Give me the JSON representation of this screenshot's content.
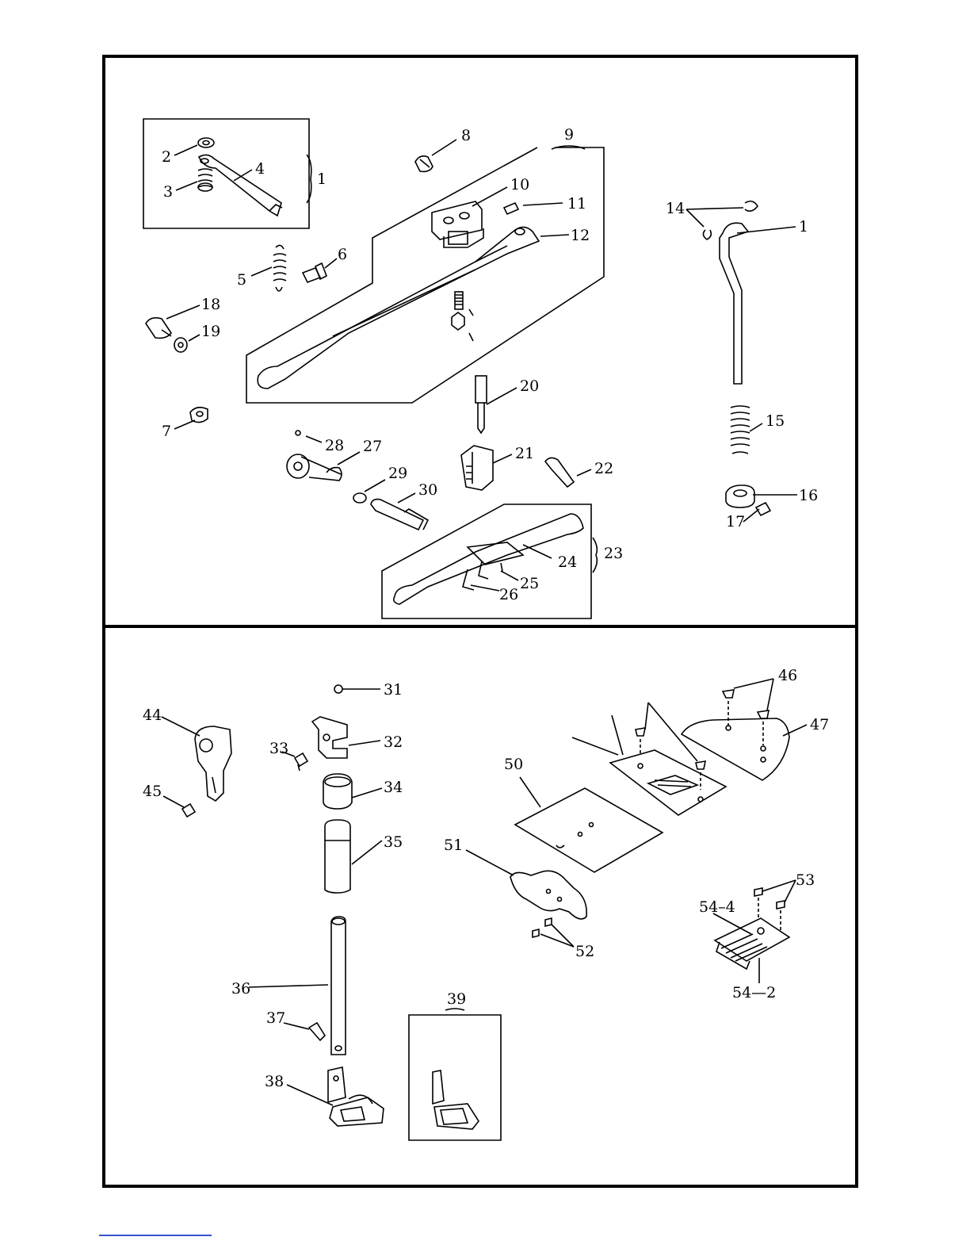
{
  "top_panel": {
    "labels": {
      "l1a": "1",
      "l2": "2",
      "l3": "3",
      "l4": "4",
      "l5": "5",
      "l6": "6",
      "l7": "7",
      "l8": "8",
      "l9": "9",
      "l10": "10",
      "l11": "11",
      "l12": "12",
      "l14": "14",
      "l1b": "1",
      "l15": "15",
      "l16": "16",
      "l17": "17",
      "l18": "18",
      "l19": "19",
      "l20": "20",
      "l21": "21",
      "l22": "22",
      "l23": "23",
      "l24": "24",
      "l25": "25",
      "l26": "26",
      "l27": "27",
      "l28": "28",
      "l29": "29",
      "l30": "30"
    }
  },
  "bottom_panel": {
    "labels": {
      "l31": "31",
      "l32": "32",
      "l33": "33",
      "l34": "34",
      "l35": "35",
      "l36": "36",
      "l37": "37",
      "l38": "38",
      "l39": "39",
      "l44": "44",
      "l45": "45",
      "l46": "46",
      "l47": "47",
      "l50": "50",
      "l51": "51",
      "l52": "52",
      "l53": "53",
      "l54_4": "54–4",
      "l54_2": "54—2"
    }
  }
}
